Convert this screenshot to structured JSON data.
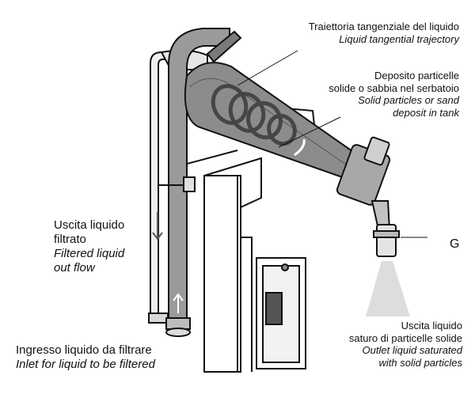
{
  "labels": {
    "trajectory": {
      "it": "Traiettoria tangenziale del liquido",
      "en": "Liquid tangential trajectory"
    },
    "deposit": {
      "it_line1": "Deposito particelle",
      "it_line2": "solide o sabbia nel serbatoio",
      "en_line1": "Solid particles or sand",
      "en_line2": "deposit in tank"
    },
    "filtered": {
      "it_line1": "Uscita liquido",
      "it_line2": "filtrato",
      "en_line1": "Filtered liquid",
      "en_line2": "out flow"
    },
    "inlet": {
      "it": "Ingresso liquido da filtrare",
      "en": "Inlet for liquid to be filtered"
    },
    "outlet": {
      "it_line1": "Uscita liquido",
      "it_line2": "saturo di particelle solide",
      "en_line1": "Outlet liquid saturated",
      "en_line2": "with solid particles"
    },
    "g": "G"
  }
}
